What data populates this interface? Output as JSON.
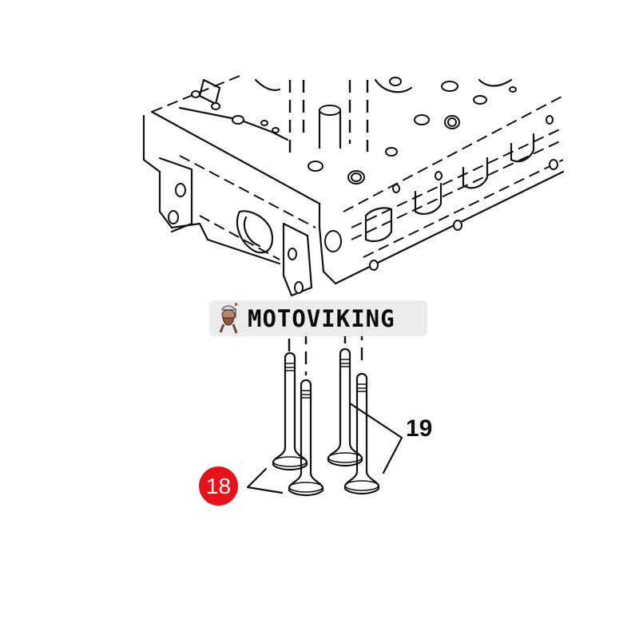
{
  "diagram": {
    "subject": "Engine cylinder head with intake and exhaust valves (exploded view)",
    "watermark": {
      "brand": "MOTOVIKING",
      "logo_icon": "viking-mascot-icon"
    },
    "callouts": [
      {
        "number": "18",
        "style": "red-circle",
        "color": "#e8121b",
        "points_to": "valves (front pair)"
      },
      {
        "number": "19",
        "style": "plain-bold",
        "points_to": "valves (rear pair)"
      }
    ],
    "parts": [
      {
        "id": "cylinder-head",
        "label": "Cylinder head"
      },
      {
        "id": "valve-1",
        "label": "Valve"
      },
      {
        "id": "valve-2",
        "label": "Valve"
      },
      {
        "id": "valve-3",
        "label": "Valve"
      },
      {
        "id": "valve-4",
        "label": "Valve"
      }
    ]
  }
}
